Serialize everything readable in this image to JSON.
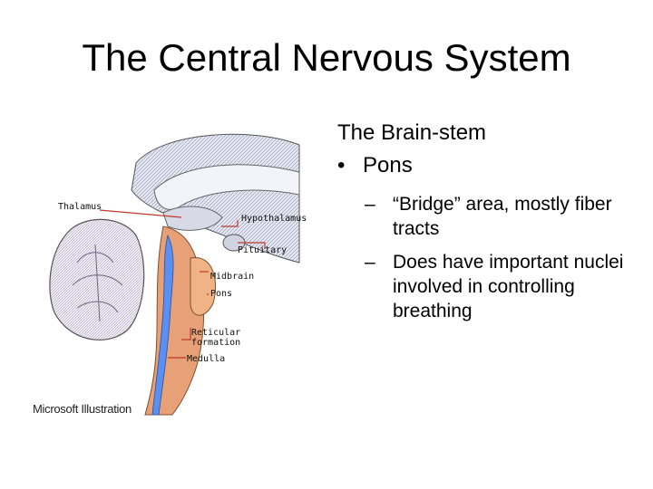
{
  "slide": {
    "title": "The Central Nervous System"
  },
  "figure": {
    "labels": {
      "thalamus": "Thalamus",
      "hypothalamus": "Hypothalamus",
      "pituitary": "Pituitary",
      "midbrain": "Midbrain",
      "pons": "Pons",
      "reticular_formation_1": "Reticular",
      "reticular_formation_2": "formation",
      "medulla": "Medulla"
    },
    "credit": "Microsoft Illustration",
    "colors": {
      "leader_line": "#c0392b",
      "brainstem": "#e8a077",
      "ventricle": "#5b8ff0",
      "cortex": "#d9dcec",
      "cerebellum": "#dcd6e6"
    }
  },
  "content": {
    "heading": "The Brain-stem",
    "bullet": {
      "marker": "•",
      "text": "Pons"
    },
    "sub_items": [
      {
        "marker": "–",
        "text": "“Bridge” area, mostly fiber tracts"
      },
      {
        "marker": "–",
        "text": "Does have important nuclei involved in controlling breathing"
      }
    ]
  }
}
